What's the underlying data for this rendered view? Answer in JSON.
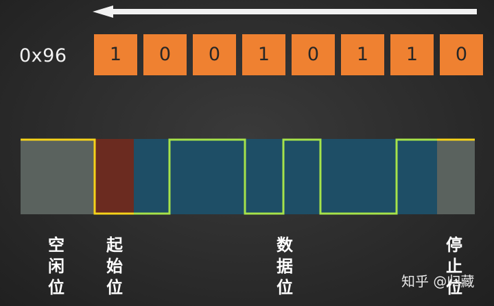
{
  "hex_value": "0x96",
  "bits": [
    "1",
    "0",
    "0",
    "1",
    "0",
    "1",
    "1",
    "0"
  ],
  "labels": {
    "idle": "空闲位",
    "start": "起始位",
    "data": "数据位",
    "stop": "停止位"
  },
  "watermark": "知乎 @归藏",
  "colors": {
    "bit_box": "#ef8131",
    "idle_region": "#5a625e",
    "start_region": "#6b2b20",
    "data_region": "#1e4e66",
    "stop_region": "#5a625e",
    "signal_high_idle": "#f6d31a",
    "signal_data": "#a6e34a",
    "arrow": "#f2f2f2"
  }
}
